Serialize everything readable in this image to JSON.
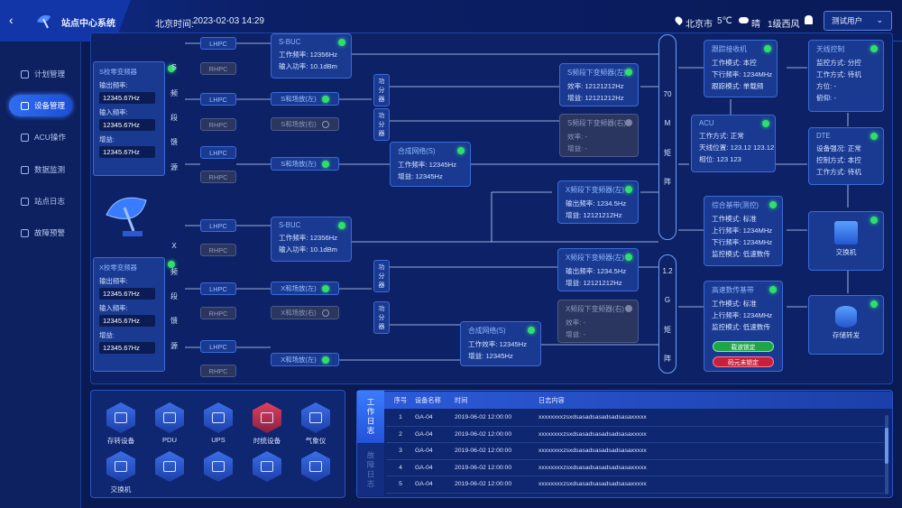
{
  "app": {
    "title": "站点中心系统",
    "back_icon": "chevron-left-icon",
    "logo_icon": "satellite-dish-icon"
  },
  "header": {
    "time_label": "北京时间:",
    "time_value": "2023-02-03 14:29",
    "city": "北京市",
    "temp": "5℃",
    "weather": "晴",
    "wind": "1级西风",
    "user": "测试用户"
  },
  "sidebar": {
    "items": [
      {
        "label": "计划管理",
        "icon": "calendar-icon"
      },
      {
        "label": "设备管理",
        "icon": "device-icon"
      },
      {
        "label": "ACU操作",
        "icon": "acu-icon"
      },
      {
        "label": "数据监测",
        "icon": "monitor-icon"
      },
      {
        "label": "站点日志",
        "icon": "log-icon"
      },
      {
        "label": "故障预警",
        "icon": "bell-icon"
      }
    ],
    "active": 1
  },
  "left_s": {
    "title": "S校零变频器",
    "rows": [
      {
        "label": "输出频率:",
        "value": "12345.67Hz"
      },
      {
        "label": "输入频率:",
        "value": "12345.67Hz"
      },
      {
        "label": "增益:",
        "value": "12345.67Hz"
      }
    ]
  },
  "left_x": {
    "title": "X校零变频器",
    "rows": [
      {
        "label": "输出频率:",
        "value": "12345.67Hz"
      },
      {
        "label": "输入频率:",
        "value": "12345.67Hz"
      },
      {
        "label": "增益:",
        "value": "12345.67Hz"
      }
    ]
  },
  "s_feed": [
    "S",
    "频",
    "段",
    "馈",
    "源"
  ],
  "x_feed": [
    "X",
    "频",
    "段",
    "馈",
    "源"
  ],
  "boxes": {
    "lhpc": "LHPC",
    "rhpc": "RHPC",
    "fs": [
      "功",
      "分",
      "器"
    ]
  },
  "s_buc": {
    "title": "S-BUC",
    "row1": "工作频率:",
    "val1": "12356Hz",
    "row2": "输入功率:",
    "val2": "10.1dBm"
  },
  "x_buc": {
    "title": "S-BUC",
    "row1": "工作频率:",
    "val1": "12356Hz",
    "row2": "输入功率:",
    "val2": "10.1dBm"
  },
  "s_amp_l": "S和场放(左)",
  "s_amp_r": "S和场放(右)",
  "s_amp_l2": "S和场放(左)",
  "x_amp_l": "X和场放(左)",
  "x_amp_r": "X和场放(右)",
  "x_amp_l2": "X和场放(左)",
  "s_comb": {
    "title": "合成网络(S)",
    "r1": "工作频率:",
    "v1": "12345Hz",
    "r2": "增益:",
    "v2": "12345Hz"
  },
  "x_comb": {
    "title": "合成网络(S)",
    "r1": "工作效率:",
    "v1": "12345Hz",
    "r2": "增益:",
    "v2": "12345Hz"
  },
  "s_down_l": {
    "title": "S频段下变频器(左)",
    "r1": "效率:",
    "v1": "12121212Hz",
    "r2": "增益:",
    "v2": "12121212Hz"
  },
  "s_down_r": {
    "title": "S频段下变频器(右)",
    "r1": "效率:",
    "v1": "-",
    "r2": "增益:",
    "v2": "-"
  },
  "x_down_l": {
    "title": "X频段下变频器(左)",
    "r1": "输出频率:",
    "v1": "1234.5Hz",
    "r2": "增益:",
    "v2": "12121212Hz"
  },
  "x_down_l2": {
    "title": "X频段下变频器(左)",
    "r1": "输出频率:",
    "v1": "1234.5Hz",
    "r2": "增益:",
    "v2": "12121212Hz"
  },
  "x_down_r": {
    "title": "X频段下变频器(右)",
    "r1": "效率:",
    "v1": "-",
    "r2": "增益:",
    "v2": "-"
  },
  "matrix70": [
    "70",
    "M",
    "矩",
    "阵"
  ],
  "matrix12": [
    "1.2",
    "G",
    "矩",
    "阵"
  ],
  "track": {
    "title": "跟踪接收机",
    "r1": "工作模式:",
    "v1": "本控",
    "r2": "下行频率:",
    "v2": "1234MHz",
    "r3": "跟踪模式:",
    "v3": "单载频"
  },
  "acu": {
    "title": "ACU",
    "r1": "工作方式:",
    "v1": "正常",
    "r2": "天线位置:",
    "v2": "123.12  123.12",
    "r3": "相位:",
    "v3": "123    123"
  },
  "combo": {
    "title": "综合基带(测控)",
    "r1": "工作模式:",
    "v1": "标准",
    "r2": "上行频率:",
    "v2": "1234MHz",
    "r3": "下行频率:",
    "v3": "1234MHz",
    "r4": "监控模式:",
    "v4": "低速数传"
  },
  "hispeed": {
    "title": "高速数传基带",
    "r1": "工作模式:",
    "v1": "标准",
    "r2": "上行频率:",
    "v2": "1234MHz",
    "r3": "监控模式:",
    "v3": "低速数传",
    "btn1": "载波锁定",
    "btn2": "码元未锁定"
  },
  "antenna": {
    "title": "天线控制",
    "r1": "监控方式:",
    "v1": "分控",
    "r2": "工作方式:",
    "v2": "待机",
    "r3": "方位:",
    "v3": "-",
    "r4": "俯仰:",
    "v4": "-"
  },
  "dte": {
    "title": "DTE",
    "r1": "设备强况:",
    "v1": "正常",
    "r2": "控制方式:",
    "v2": "本控",
    "r3": "工作方式:",
    "v3": "待机"
  },
  "switch_box": {
    "label": "交换机"
  },
  "storage_box": {
    "label": "存储转发"
  },
  "devices": [
    {
      "label": "存转设备",
      "red": false
    },
    {
      "label": "PDU",
      "red": false
    },
    {
      "label": "UPS",
      "red": false
    },
    {
      "label": "时统设备",
      "red": true
    },
    {
      "label": "气象仪",
      "red": false
    },
    {
      "label": "交换机",
      "red": false
    },
    {
      "label": "",
      "red": false
    },
    {
      "label": "",
      "red": false
    },
    {
      "label": "",
      "red": false
    },
    {
      "label": "",
      "red": false
    }
  ],
  "log": {
    "tab1": "工作日志",
    "tab2": "故障日志",
    "headers": [
      "序号",
      "设备名称",
      "时间",
      "日志内容"
    ],
    "rows": [
      [
        "1",
        "GA-04",
        "2019-06-02  12:00:00",
        "xxxxxxxxzsxdsasadsasadsadsasaxxxxx"
      ],
      [
        "2",
        "GA-04",
        "2019-06-02  12:00:00",
        "xxxxxxxxzsxdsasadsasadsadsasaxxxxx"
      ],
      [
        "3",
        "GA-04",
        "2019-06-02  12:00:00",
        "xxxxxxxxzsxdsasadsasadsadsasaxxxxx"
      ],
      [
        "4",
        "GA-04",
        "2019-06-02  12:00:00",
        "xxxxxxxxzsxdsasadsasadsadsasaxxxxx"
      ],
      [
        "5",
        "GA-04",
        "2019-06-02  12:00:00",
        "xxxxxxxxzsxdsasadsasadsadsasaxxxxx"
      ]
    ]
  },
  "colors": {
    "bg": "#0a1a52",
    "accent": "#2f6ef0",
    "ok": "#2ee06a",
    "card": "#1a3a92"
  }
}
